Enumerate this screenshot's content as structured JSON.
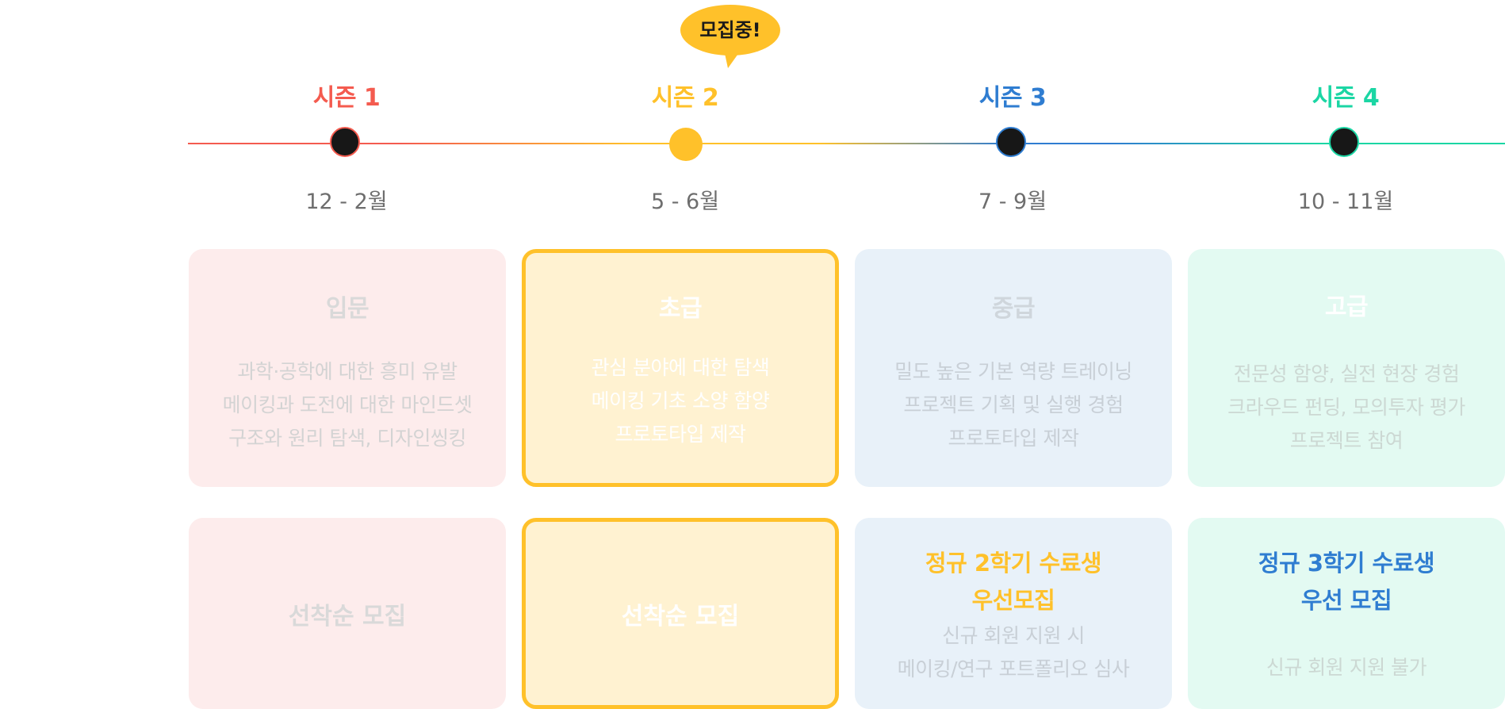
{
  "bubble": {
    "text": "모집중!"
  },
  "colors": {
    "season1": "#f45b4f",
    "season2": "#ffc12a",
    "season3": "#2f7dd1",
    "season4": "#1bd6a4",
    "dot": "#171717"
  },
  "seasons": [
    {
      "label": "시즌 1",
      "period": "12 - 2월",
      "color": "#f45b4f"
    },
    {
      "label": "시즌 2",
      "period": "5 - 6월",
      "color": "#ffc12a"
    },
    {
      "label": "시즌 3",
      "period": "7 - 9월",
      "color": "#2f7dd1"
    },
    {
      "label": "시즌 4",
      "period": "10 - 11월",
      "color": "#1bd6a4"
    }
  ],
  "cards": [
    {
      "title": "입문",
      "lines": [
        "과학·공학에 대한 흥미 유발",
        "메이킹과 도전에 대한 마인드셋",
        "구조와 원리 탐색, 디자인씽킹"
      ]
    },
    {
      "title": "초급",
      "lines": [
        "관심 분야에 대한 탐색",
        "메이킹 기초 소양 함양",
        "프로토타입 제작"
      ]
    },
    {
      "title": "중급",
      "lines": [
        "밀도 높은 기본 역량 트레이닝",
        "프로젝트 기획 및 실행 경험",
        "프로토타입 제작"
      ]
    },
    {
      "title": "고급",
      "lines": [
        "전문성 함양, 실전 현장 경험",
        "크라우드 펀딩, 모의투자 평가",
        "프로젝트 참여"
      ]
    }
  ],
  "recruit": [
    {
      "text": "선착순 모집"
    },
    {
      "text": "선착순 모집"
    },
    {
      "head1": "정규 2학기 수료생",
      "head2": "우선모집",
      "sub1": "신규 회원 지원 시",
      "sub2": "메이킹/연구 포트폴리오 심사"
    },
    {
      "head1": "정규 3학기 수료생",
      "head2": "우선 모집",
      "sub1": "신규 회원 지원 불가"
    }
  ]
}
